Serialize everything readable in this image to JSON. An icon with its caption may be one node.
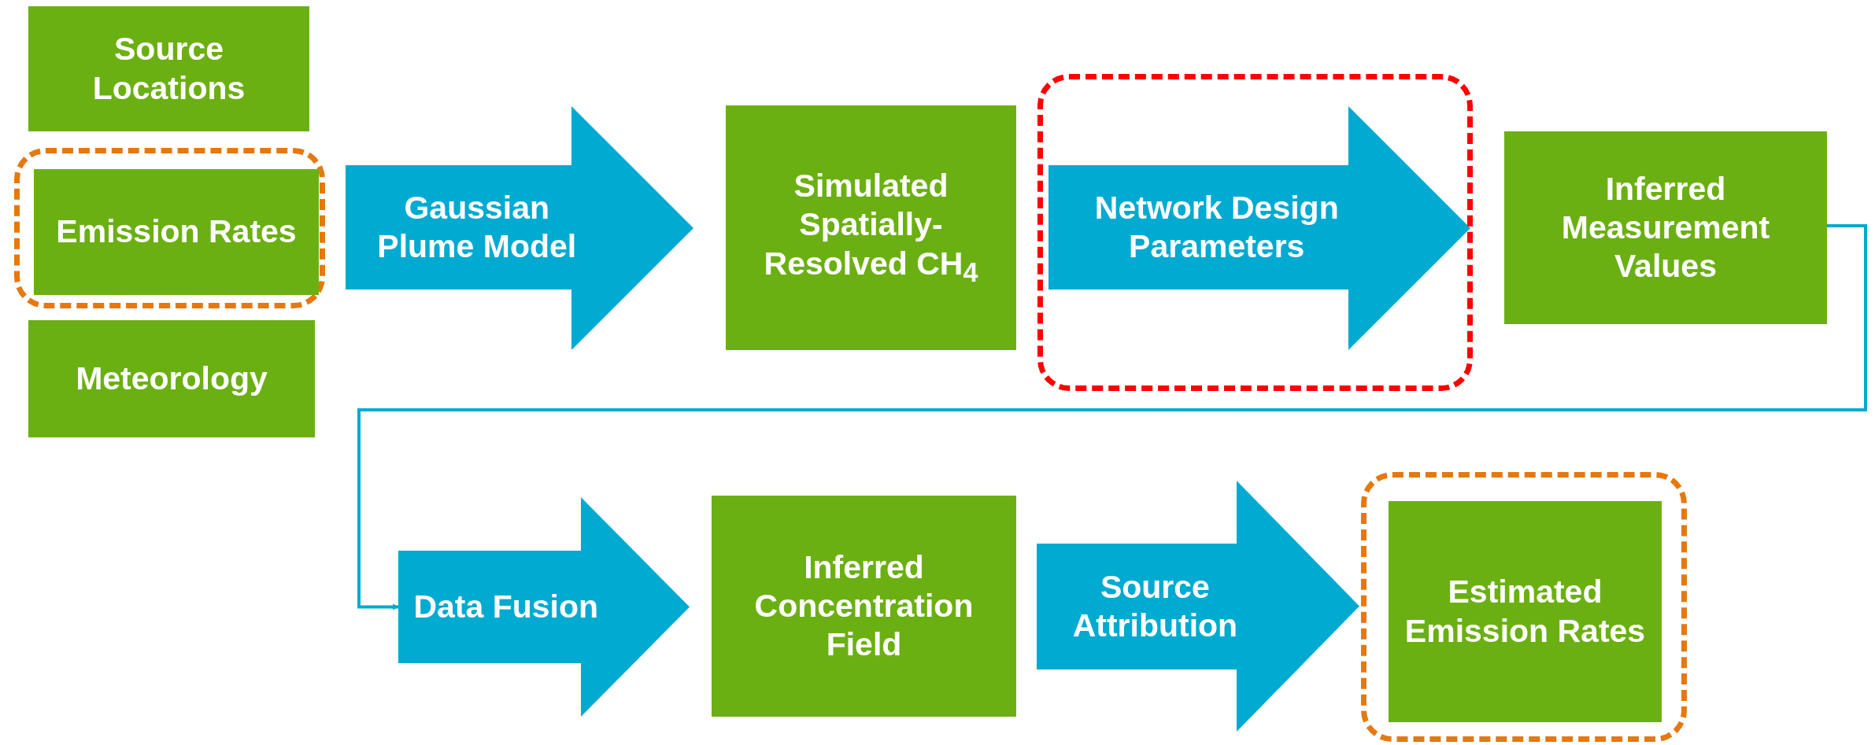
{
  "diagram": {
    "nodes": [
      {
        "text": [
          "Source Locations"
        ]
      },
      {
        "text": [],
        "shape": "box"
      },
      {
        "text": [
          "Emission Rates"
        ],
        "in": 1
      },
      {
        "text": [
          "Meteorology"
        ]
      },
      {
        "text": [
          "Gaussian Plume Model"
        ]
      },
      {
        "text": [
          "Simulated Spatially-Resolved CH$_{4}$"
        ]
      },
      {
        "text": [],
        "shape": "box"
      },
      {
        "text": [
          "Inferred Measurement Values"
        ]
      },
      {
        "text": [
          "Data Fusion"
        ]
      },
      {
        "text": [
          "Inferred Concentration Field"
        ]
      },
      {
        "text": [],
        "shape": "box"
      },
      {
        "text": [
          "Estimated Emission Rates"
        ],
        "in": 10
      }
    ],
    "edges": [
      {
        "from": 7,
        "to": 8,
        "arrow": "to"
      },
      {
        "from": 5,
        "to": 7,
        "arrow": "to",
        "label": "Network Design Parameters",
        "style": "thick"
      },
      {
        "from": 9,
        "to": 11,
        "arrow": "to",
        "label": "Source Attribution",
        "style": "thick"
      }
    ]
  }
}
